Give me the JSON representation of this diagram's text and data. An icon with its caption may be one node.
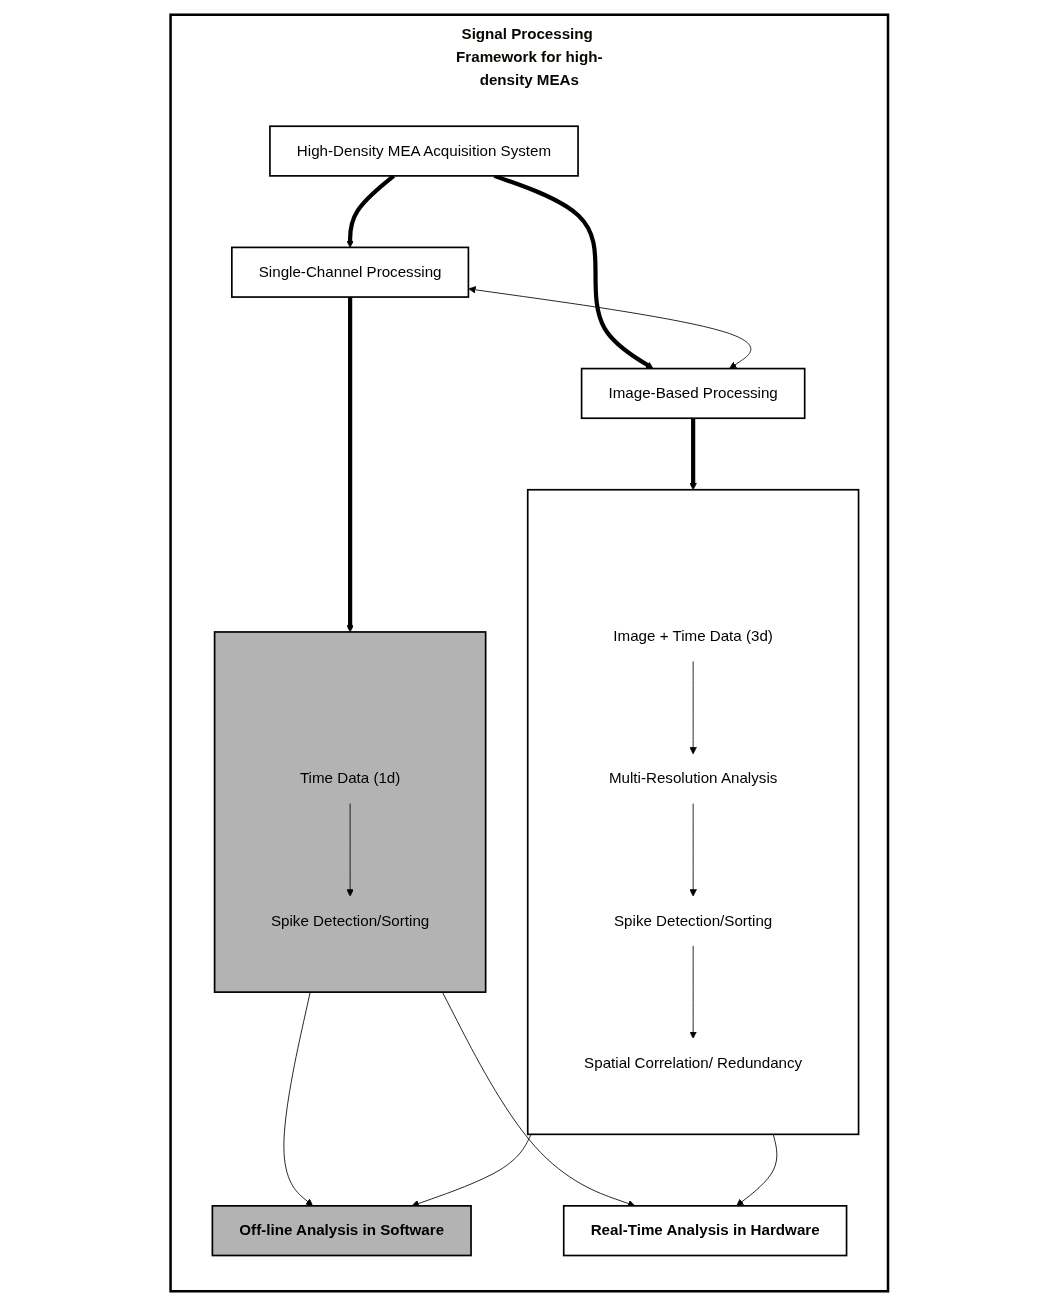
{
  "diagram": {
    "nodes": [
      {
        "text": [
          "Signal Processing Framework for high-density MEAs"
        ]
      },
      {
        "text": [
          "High-Density MEA Acquisition System"
        ],
        "in": 0
      },
      {
        "text": [
          "Single-Channel Processing"
        ],
        "in": 0
      },
      {
        "text": [
          "Image-Based Processing"
        ],
        "in": 0
      },
      {
        "text": [],
        "shape": "box",
        "in": 0
      },
      {
        "text": [
          "Time Data (1d)"
        ],
        "in": 4
      },
      {
        "text": [
          "Spike Detection/Sorting"
        ],
        "in": 4
      },
      {
        "text": [
          "Off-line Analysis in Software"
        ],
        "in": 0
      },
      {
        "text": [
          "Real-Time Analysis in Hardware"
        ],
        "in": 0
      },
      {
        "text": [],
        "shape": "box",
        "in": 0
      },
      {
        "text": [
          "Image + Time Data (3d)"
        ],
        "in": 9
      },
      {
        "text": [
          "Multi-Resolution Analysis"
        ],
        "in": 9
      },
      {
        "text": [
          "Spike Detection/Sorting"
        ],
        "in": 9
      },
      {
        "text": [
          "Spatial Correlation/ Redundancy"
        ],
        "in": 9
      }
    ],
    "edges": [
      {
        "from": 1,
        "to": 2,
        "arrow": "to",
        "style": "thick"
      },
      {
        "from": 1,
        "to": 3,
        "arrow": "to",
        "style": "thick"
      },
      {
        "from": 2,
        "to": 3,
        "arrow": "both"
      },
      {
        "from": 2,
        "to": 4,
        "arrow": "to",
        "style": "thick"
      },
      {
        "from": 3,
        "to": 9,
        "arrow": "to",
        "style": "thick"
      },
      {
        "from": 5,
        "to": 6,
        "arrow": "to"
      },
      {
        "from": 4,
        "to": 7,
        "arrow": "to"
      },
      {
        "from": 9,
        "to": 7,
        "arrow": "to"
      },
      {
        "from": 4,
        "to": 8,
        "arrow": "to"
      },
      {
        "from": 9,
        "to": 8,
        "arrow": "to"
      },
      {
        "from": 10,
        "to": 11,
        "arrow": "to"
      },
      {
        "from": 11,
        "to": 12,
        "arrow": "to"
      },
      {
        "from": 12,
        "to": 13,
        "arrow": "to"
      }
    ]
  }
}
